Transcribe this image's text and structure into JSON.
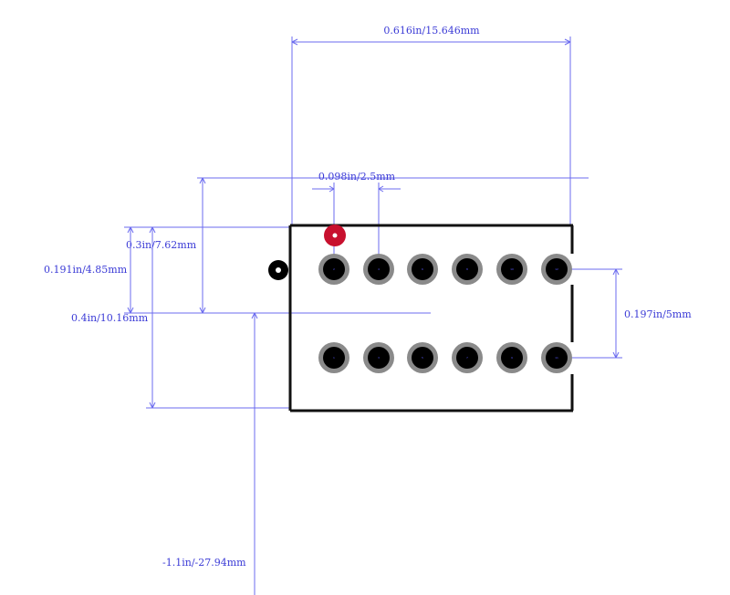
{
  "dimensions": {
    "overall_width": "0.616in/15.646mm",
    "pitch": "0.098in/2.5mm",
    "row_offset_a": "0.3in/7.62mm",
    "row_offset_b": "0.191in/4.85mm",
    "row_spacing_total": "0.4in/10.16mm",
    "row_spacing": "0.197in/5mm",
    "origin_offset": "-1.1in/-27.94mm"
  },
  "pads": {
    "top_row": [
      "2",
      "4",
      "6",
      "8",
      "10",
      "12"
    ],
    "bottom_row": [
      "1",
      "3",
      "5",
      "7",
      "9",
      "11"
    ]
  },
  "colors": {
    "dimension": "#3b3bd6",
    "pin1_marker": "#c8102e",
    "body_outline": "#111111",
    "pad_ring": "#8a8a8a"
  }
}
